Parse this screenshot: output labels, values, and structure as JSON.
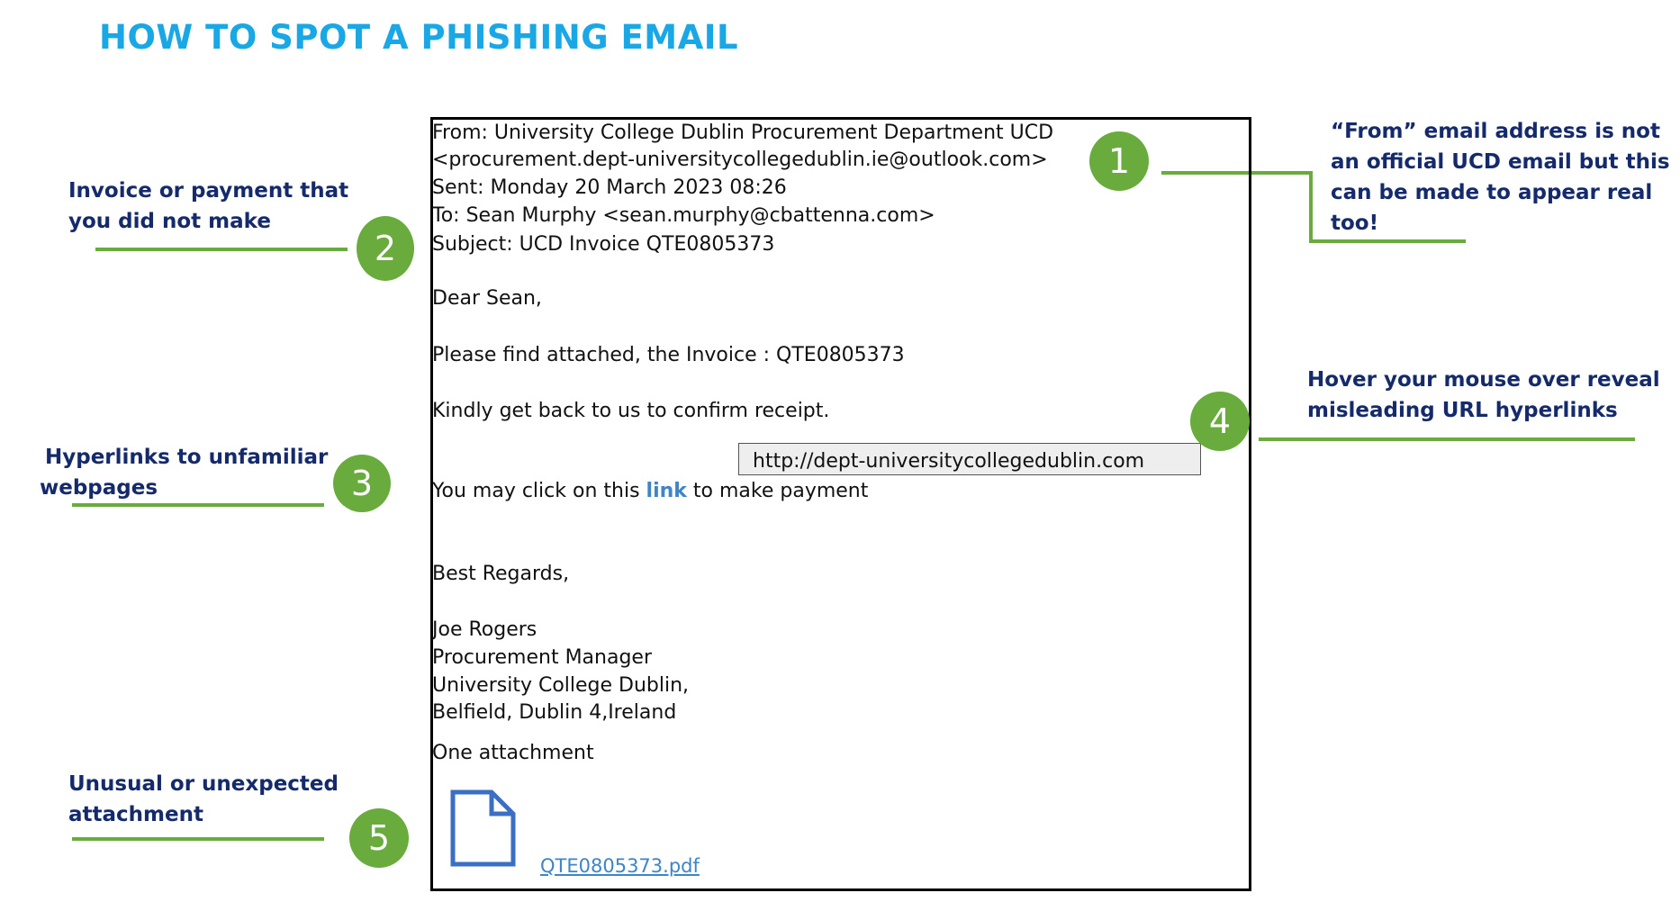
{
  "title": "HOW TO SPOT A PHISHING EMAIL",
  "colors": {
    "title": "#19a7e6",
    "callout_text": "#152a6b",
    "accent_green": "#6aab3e",
    "link": "#3d85c6",
    "attachment_icon": "#3b6fc4"
  },
  "email": {
    "from_line": "From: University College Dublin Procurement Department UCD",
    "from_address": "<procurement.dept-universitycollegedublin.ie@outlook.com>",
    "sent": "Sent: Monday 20 March 2023 08:26",
    "to": "To: Sean Murphy <sean.murphy@cbattenna.com>",
    "subject": "Subject: UCD Invoice QTE0805373",
    "greeting": "Dear Sean,",
    "body_1": "Please find attached, the Invoice : QTE0805373",
    "body_2": "Kindly get back to us to confirm receipt.",
    "tooltip_url": "http://dept-universitycollegedublin.com",
    "link_line": {
      "before": "You may click on this ",
      "link_text": "link",
      "after": " to make payment"
    },
    "signoff": "Best Regards,",
    "signature": [
      "Joe Rogers",
      "Procurement Manager",
      "University College Dublin,",
      "Belfield, Dublin 4,Ireland"
    ],
    "attachment_count": "One attachment",
    "attachment_icon": "document-icon",
    "attachment_name": "QTE0805373.pdf"
  },
  "callouts": [
    {
      "number": "1",
      "text": [
        "“From” email address is not",
        "an official UCD email but this",
        "can be made to appear real",
        "too!"
      ]
    },
    {
      "number": "2",
      "text": [
        "Invoice or payment that",
        "you did not make"
      ]
    },
    {
      "number": "3",
      "text": [
        "Hyperlinks to unfamiliar",
        "webpages"
      ]
    },
    {
      "number": "4",
      "text": [
        "Hover your mouse over reveal",
        "misleading URL hyperlinks"
      ]
    },
    {
      "number": "5",
      "text": [
        "Unusual or unexpected",
        "attachment"
      ]
    }
  ]
}
